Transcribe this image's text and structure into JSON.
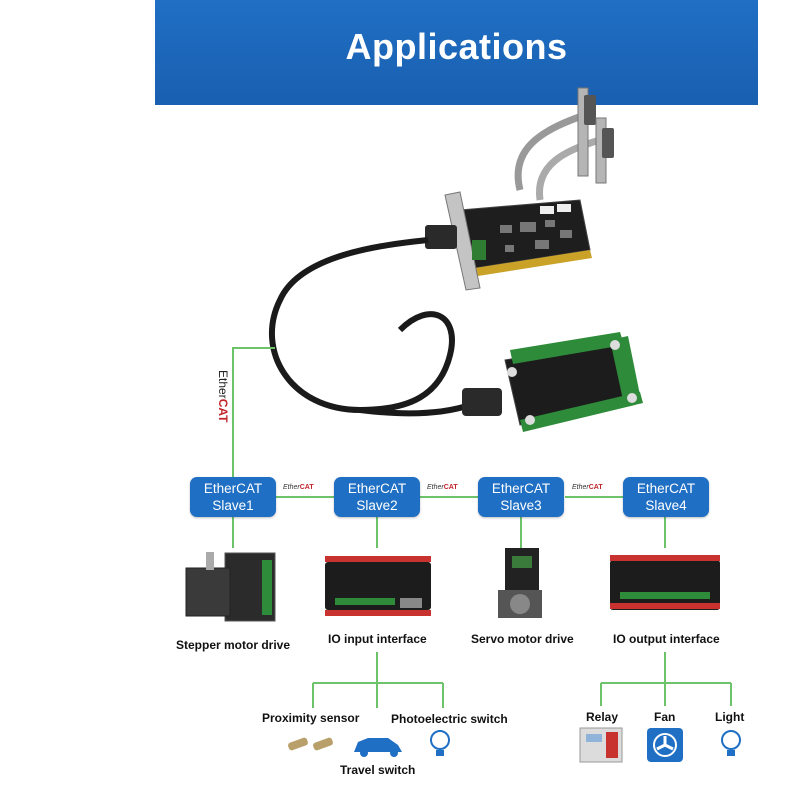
{
  "banner": {
    "title": "Applications"
  },
  "ethercat": {
    "vertical_label_prefix": "Ether",
    "vertical_label_suffix": "CAT",
    "link_label_prefix": "Ether",
    "link_label_suffix": "CAT"
  },
  "slaves": [
    {
      "line1": "EtherCAT",
      "line2": "Slave1"
    },
    {
      "line1": "EtherCAT",
      "line2": "Slave2"
    },
    {
      "line1": "EtherCAT",
      "line2": "Slave3"
    },
    {
      "line1": "EtherCAT",
      "line2": "Slave4"
    }
  ],
  "devices": [
    {
      "label": "Stepper motor drive"
    },
    {
      "label": "IO input interface"
    },
    {
      "label": "Servo motor drive"
    },
    {
      "label": "IO output interface"
    }
  ],
  "inputs": [
    {
      "label": "Proximity sensor"
    },
    {
      "label": "Photoelectric switch"
    },
    {
      "label": "Travel switch"
    }
  ],
  "outputs": [
    {
      "label": "Relay"
    },
    {
      "label": "Fan"
    },
    {
      "label": "Light"
    }
  ],
  "colors": {
    "banner": "#1f6fc4",
    "slave_box": "#1f6fc4",
    "connector_line": "#6cc36a",
    "ethercat_red": "#c0262c"
  }
}
